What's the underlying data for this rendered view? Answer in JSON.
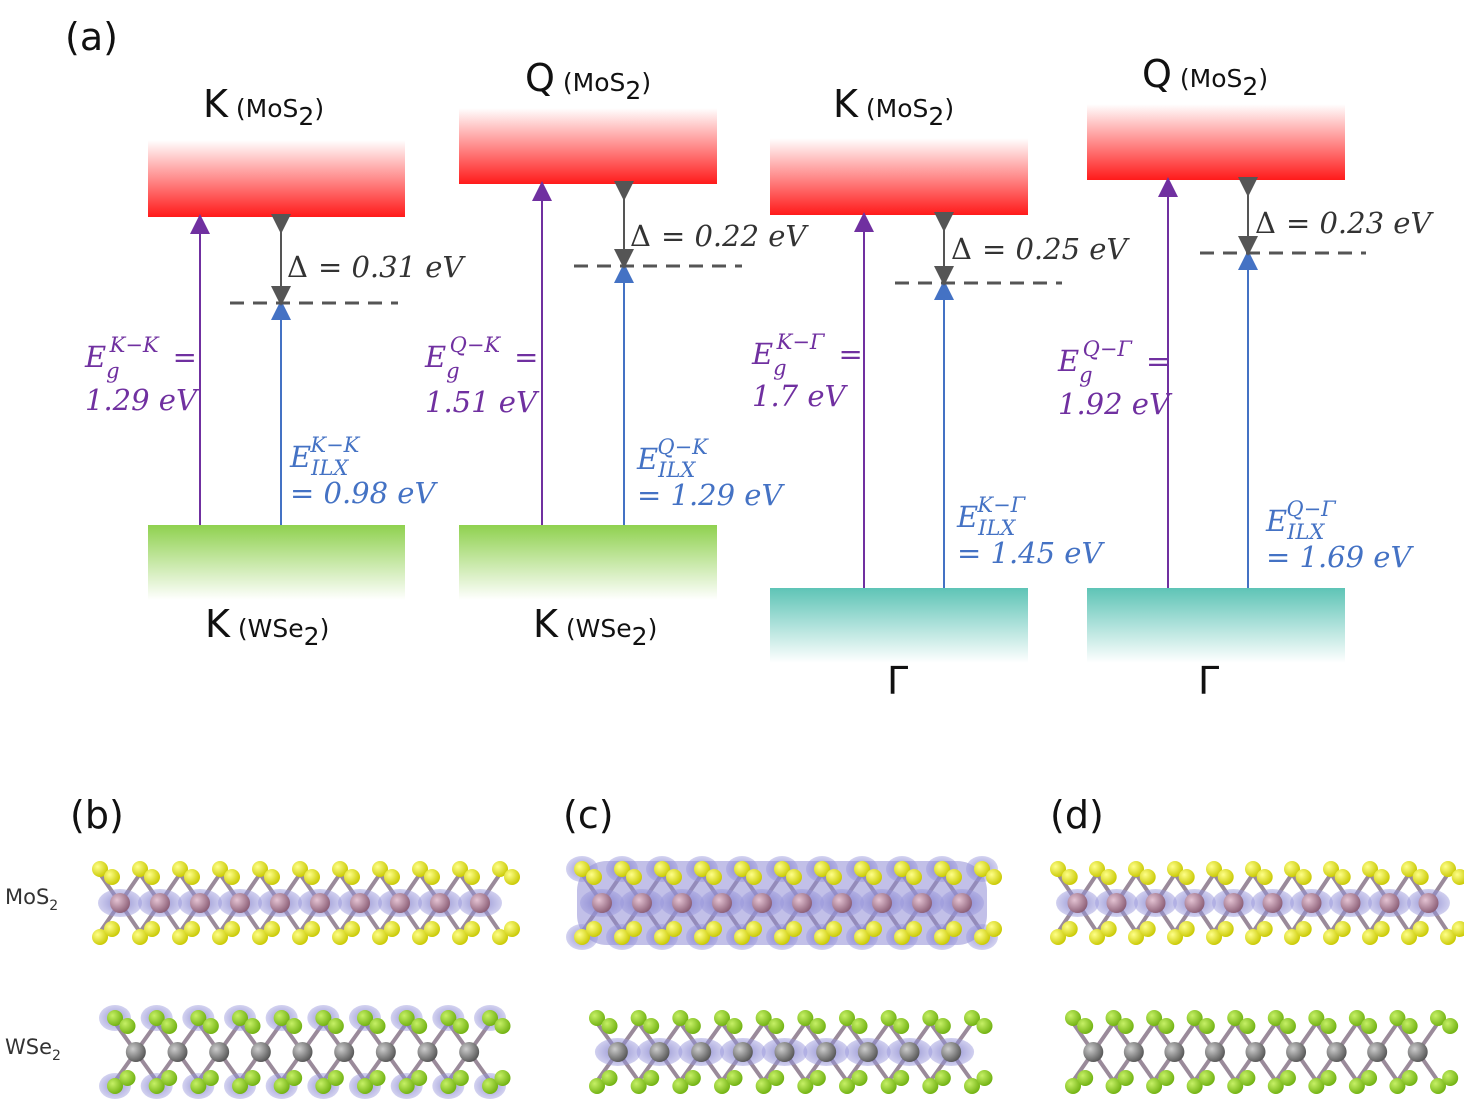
{
  "panel_labels": {
    "a": "(a)",
    "b": "(b)",
    "c": "(c)",
    "d": "(d)"
  },
  "colors": {
    "conduction": "#ff1a1a",
    "valence_K": "#8fd14f",
    "valence_Gamma": "#5ec4b6",
    "purple": "#7030a0",
    "blue": "#4472c4",
    "delta": "#555555",
    "isosurface": "#7b79c8",
    "sulfur": "#e8e817",
    "selenium": "#8ed61a",
    "molybdenum": "#b98aa3",
    "tungsten": "#777777"
  },
  "diagrams": [
    {
      "top_label": "K",
      "top_sub": "(MoS",
      "top_sub_index": "2",
      "top_sub_close": ")",
      "bottom_label": "K",
      "bottom_sub": "(WSe",
      "bottom_sub_index": "2",
      "bottom_sub_close": ")",
      "bottom_band": "valence_K",
      "eg_sup": "K−K",
      "eg_value": "1.29 eV",
      "ilx_sup": "K−K",
      "ilx_value": "= 0.98 eV",
      "delta": "= 0.31 eV"
    },
    {
      "top_label": "Q",
      "top_sub": "(MoS",
      "top_sub_index": "2",
      "top_sub_close": ")",
      "bottom_label": "K",
      "bottom_sub": "(WSe",
      "bottom_sub_index": "2",
      "bottom_sub_close": ")",
      "bottom_band": "valence_K",
      "eg_sup": "Q−K",
      "eg_value": "1.51 eV",
      "ilx_sup": "Q−K",
      "ilx_value": "= 1.29 eV",
      "delta": "= 0.22 eV"
    },
    {
      "top_label": "K",
      "top_sub": "(MoS",
      "top_sub_index": "2",
      "top_sub_close": ")",
      "bottom_label": "Γ",
      "bottom_sub": "",
      "bottom_sub_index": "",
      "bottom_sub_close": "",
      "bottom_band": "valence_Gamma",
      "eg_sup": "K−Γ",
      "eg_value": "1.7 eV",
      "ilx_sup": "K−Γ",
      "ilx_value": "= 1.45 eV",
      "delta": "= 0.25 eV"
    },
    {
      "top_label": "Q",
      "top_sub": "(MoS",
      "top_sub_index": "2",
      "top_sub_close": ")",
      "bottom_label": "Γ",
      "bottom_sub": "",
      "bottom_sub_index": "",
      "bottom_sub_close": "",
      "bottom_band": "valence_Gamma",
      "eg_sup": "Q−Γ",
      "eg_value": "1.92 eV",
      "ilx_sup": "Q−Γ",
      "ilx_value": "= 1.69 eV",
      "delta": "= 0.23 eV"
    }
  ],
  "symbols": {
    "eg_base": "E",
    "eg_sub": "g",
    "ilx_base": "E",
    "ilx_sub": "ILX",
    "delta_symbol": "Δ",
    "equals": "="
  },
  "layer_labels": {
    "top": "MoS",
    "top_index": "2",
    "bottom": "WSe",
    "bottom_index": "2"
  }
}
